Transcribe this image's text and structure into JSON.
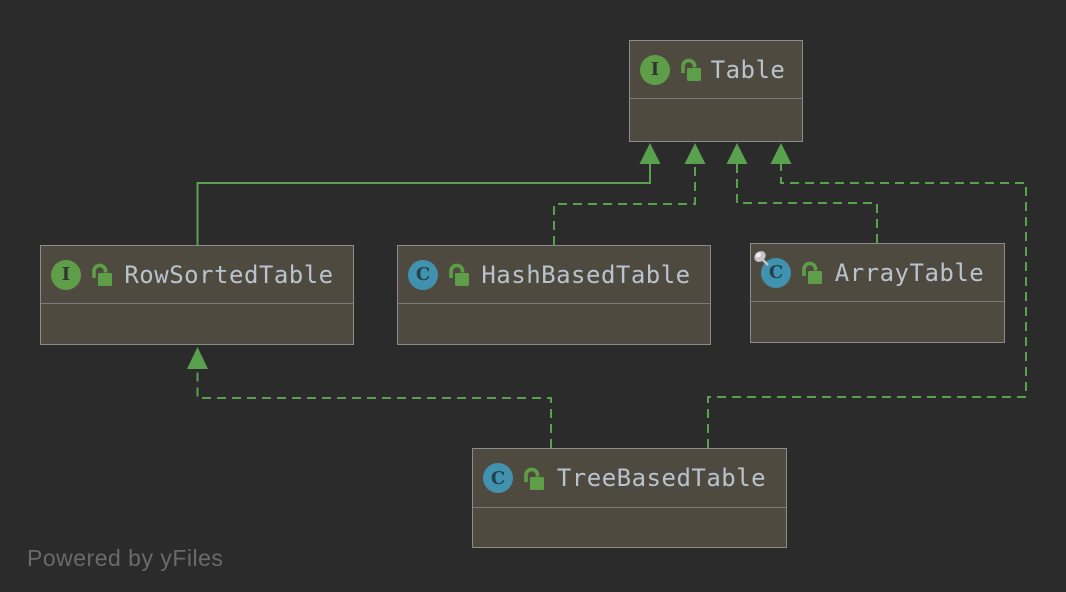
{
  "app": {
    "view": "uml-class-diagram",
    "theme": "dark",
    "background_color": "#2b2b2b"
  },
  "colors": {
    "node_fill": "#4f4a40",
    "node_border": "#8b8b8b",
    "node_divider": "#7a7a7a",
    "edge_green": "#5aa14f",
    "interface_icon_green": "#5f9e49",
    "class_icon_teal": "#4192af",
    "lock_icon_green": "#5f9e49",
    "final_pin_gray": "#c6c6c6",
    "title_text": "#b9c3ce",
    "watermark_text": "#6a6a6a"
  },
  "diagram": {
    "nodes": [
      {
        "label": "Table",
        "kind": "interface",
        "type_icon": "interface-icon",
        "glyph": "I",
        "visibility_icon": "open-lock-icon"
      },
      {
        "label": "RowSortedTable",
        "kind": "interface",
        "type_icon": "interface-icon",
        "glyph": "I",
        "visibility_icon": "open-lock-icon"
      },
      {
        "label": "HashBasedTable",
        "kind": "class",
        "type_icon": "class-icon",
        "glyph": "C",
        "visibility_icon": "open-lock-icon"
      },
      {
        "label": "ArrayTable",
        "kind": "final-class",
        "type_icon": "class-icon",
        "glyph": "C",
        "visibility_icon": "open-lock-icon",
        "modifier_icon": "final-pin-icon"
      },
      {
        "label": "TreeBasedTable",
        "kind": "class",
        "type_icon": "class-icon",
        "glyph": "C",
        "visibility_icon": "open-lock-icon"
      }
    ],
    "edges": [
      {
        "from": "RowSortedTable",
        "to": "Table",
        "relation": "extends",
        "line": "solid"
      },
      {
        "from": "HashBasedTable",
        "to": "Table",
        "relation": "implements",
        "line": "dashed"
      },
      {
        "from": "ArrayTable",
        "to": "Table",
        "relation": "implements",
        "line": "dashed"
      },
      {
        "from": "TreeBasedTable",
        "to": "Table",
        "relation": "implements",
        "line": "dashed"
      },
      {
        "from": "TreeBasedTable",
        "to": "RowSortedTable",
        "relation": "implements",
        "line": "dashed"
      }
    ]
  },
  "watermark": {
    "text": "Powered by yFiles"
  }
}
